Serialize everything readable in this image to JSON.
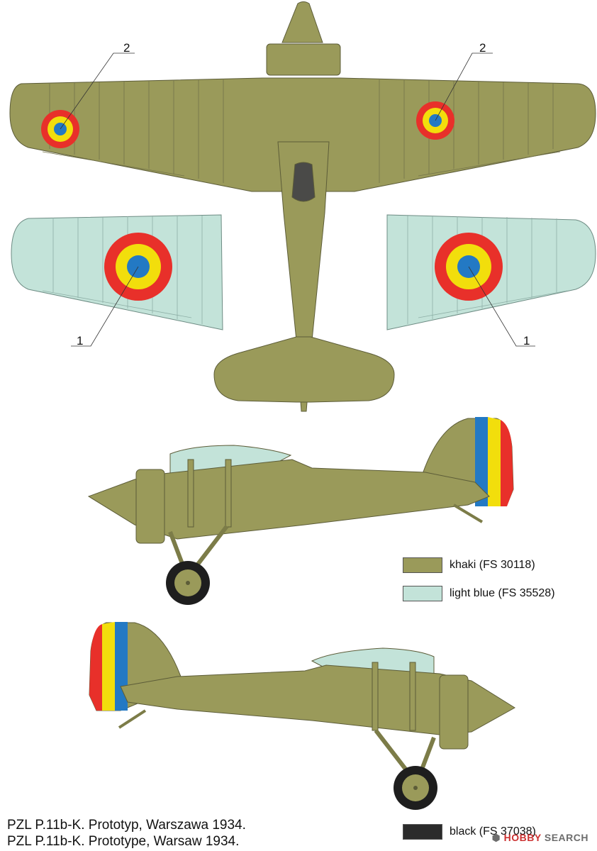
{
  "colors": {
    "khaki": "#9a9a5a",
    "light_blue": "#c3e3d9",
    "black": "#2b2b2b",
    "roundel_red": "#e8302a",
    "roundel_yellow": "#f2de0c",
    "roundel_blue": "#2379c4",
    "cockpit": "#4a4a48",
    "tire": "#1e1e1e"
  },
  "callouts": {
    "top_left": "2",
    "top_right": "2",
    "bottom_left": "1",
    "bottom_right": "1"
  },
  "legend": [
    {
      "label": "khaki (FS 30118)",
      "color": "#9a9a5a"
    },
    {
      "label": "light blue (FS 35528)",
      "color": "#c3e3d9"
    },
    {
      "label": "black (FS 37038)",
      "color": "#2b2b2b"
    }
  ],
  "captions": [
    "PZL P.11b-K. Prototyp, Warszawa 1934.",
    "PZL P.11b-K. Prototype, Warsaw 1934."
  ],
  "watermark": {
    "brand": "HOBBY",
    "rest": "SEARCH",
    "icon": "hobbysearch-logo-icon"
  }
}
